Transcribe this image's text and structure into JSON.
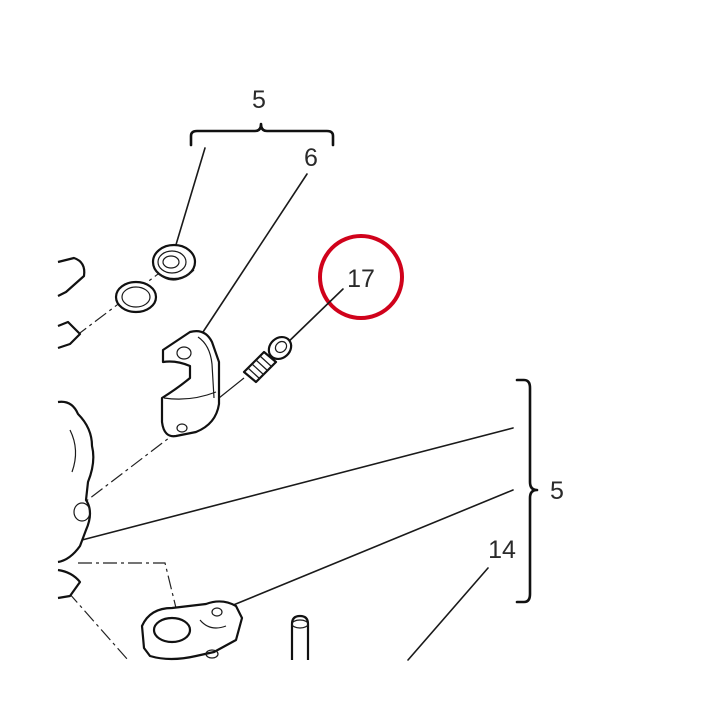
{
  "labels": {
    "top_group": "5",
    "clamp": "6",
    "bolt": "17",
    "side_group": "5",
    "lever_pivot": "14"
  },
  "highlight": {
    "target": "17",
    "ring_color": "#d0021b"
  },
  "colors": {
    "line": "#1a1a1a",
    "label": "#2a2a2a",
    "background": "#ffffff"
  }
}
